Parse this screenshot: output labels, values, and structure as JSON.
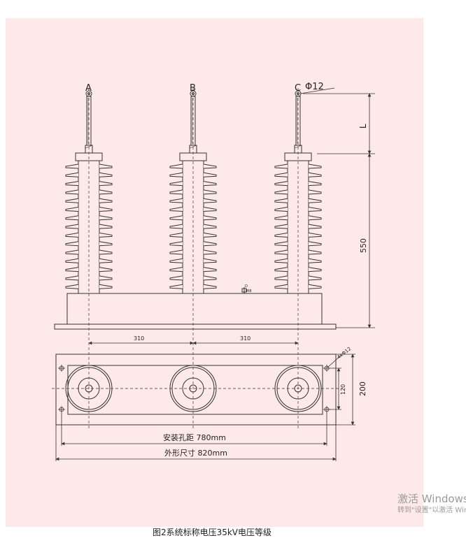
{
  "phases": {
    "a": "A",
    "b": "B",
    "c": "C"
  },
  "hole_diameter_label": "Φ12",
  "dims": {
    "L": "L",
    "height": "550",
    "spacing1": "310",
    "spacing2": "310",
    "mount_holes": "4xΦ12",
    "inner_width": "120",
    "outer_width": "200",
    "hole_distance": "安装孔距 780mm",
    "overall_size": "外形尺寸 820mm"
  },
  "ground_mark": {
    "letter": "D",
    "thread": "M8"
  },
  "caption": "图2系统标称电压35kV电压等级",
  "watermark": {
    "line1": "激活 Windows",
    "line2": "转到\"设置\"以激活 Windows。"
  },
  "colors": {
    "sheet_bg": "#fde9e8",
    "line": "#333333"
  }
}
